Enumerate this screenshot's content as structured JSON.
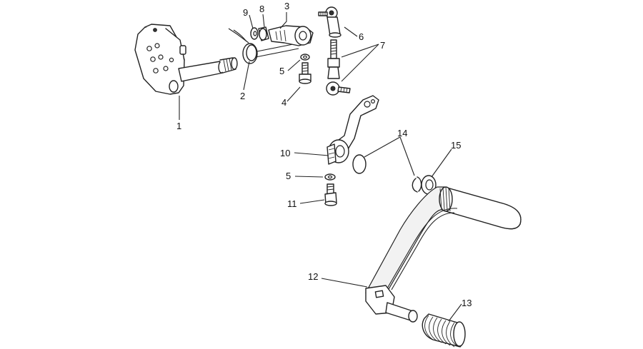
{
  "callouts": [
    {
      "id": "1",
      "label": "1"
    },
    {
      "id": "2",
      "label": "2"
    },
    {
      "id": "3",
      "label": "3"
    },
    {
      "id": "4",
      "label": "4"
    },
    {
      "id": "5a",
      "label": "5"
    },
    {
      "id": "6",
      "label": "6"
    },
    {
      "id": "7",
      "label": "7"
    },
    {
      "id": "8",
      "label": "8"
    },
    {
      "id": "9",
      "label": "9"
    },
    {
      "id": "10",
      "label": "10"
    },
    {
      "id": "5b",
      "label": "5"
    },
    {
      "id": "11",
      "label": "11"
    },
    {
      "id": "12",
      "label": "12"
    },
    {
      "id": "13",
      "label": "13"
    },
    {
      "id": "14",
      "label": "14"
    },
    {
      "id": "15",
      "label": "15"
    }
  ]
}
